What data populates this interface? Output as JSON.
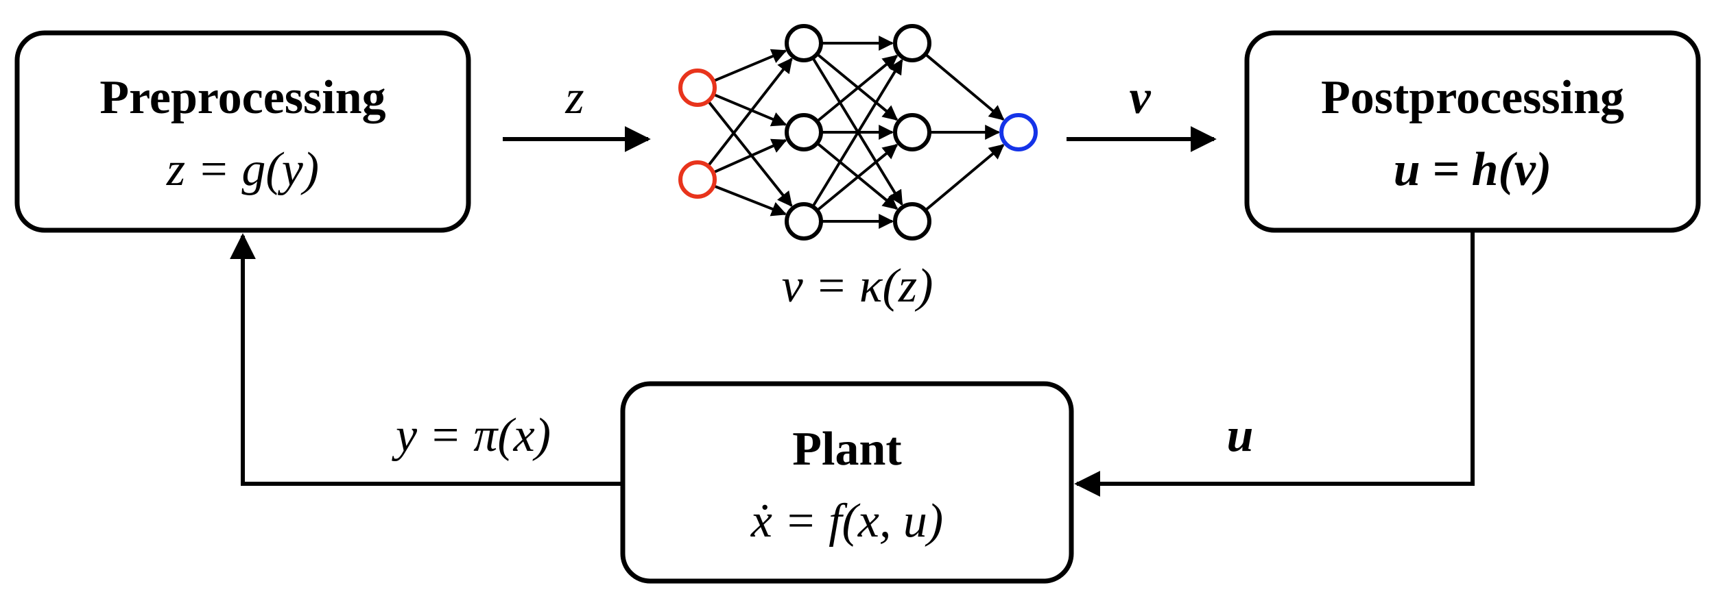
{
  "blocks": {
    "preprocessing": {
      "title": "Preprocessing",
      "equation": "z = g(y)"
    },
    "postprocessing": {
      "title": "Postprocessing",
      "equation": "u = h(v)"
    },
    "plant": {
      "title": "Plant",
      "equation": "ẋ = f(x, u)"
    }
  },
  "network": {
    "equation": "v = κ(z)",
    "layers": [
      2,
      3,
      3,
      1
    ],
    "input_color": "#e8341c",
    "hidden_color": "#000000",
    "output_color": "#1433e8"
  },
  "signals": {
    "z": "z",
    "v": "v",
    "u": "u",
    "y": "y = π(x)"
  }
}
